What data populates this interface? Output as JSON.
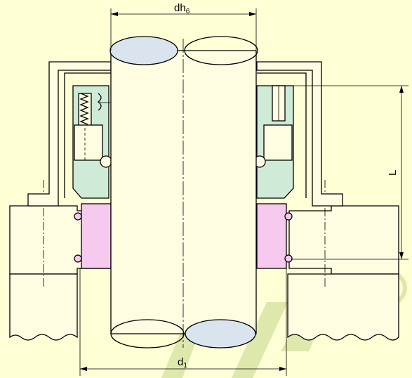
{
  "dimensions": {
    "shaft_diameter": {
      "base": "dh",
      "sub": "6"
    },
    "seat_diameter": {
      "base": "d",
      "sub": "1"
    },
    "length": "L"
  },
  "colors": {
    "background": "#ffffd6",
    "part_fill": "#fefde2",
    "seal_green": "#cfead7",
    "seat_pink": "#f6c9ef",
    "ellipse_blue": "#d9e4ef",
    "watermark": "#d7e3a4"
  }
}
